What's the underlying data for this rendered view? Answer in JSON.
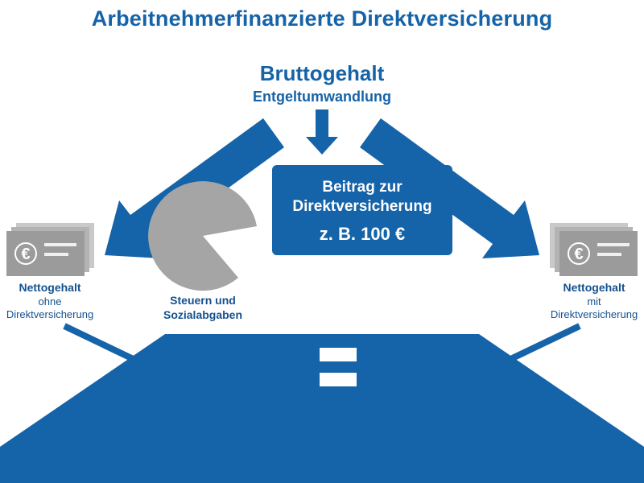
{
  "title": "Arbeitnehmerfinanzierte Direktversicherung",
  "colors": {
    "blue": "#1563a8",
    "grey_front": "#9b9b9b",
    "grey_mid": "#b3b3b3",
    "grey_back": "#c9c9c9",
    "pie_grey": "#a5a5a5"
  },
  "flow": {
    "gross_salary": "Bruttogehalt",
    "conversion": "Entgeltumwandlung",
    "taxes_line1": "Steuern und",
    "taxes_line2": "Sozialabgaben",
    "contribution_line1": "Beitrag zur",
    "contribution_line2": "Direktversicherung",
    "contribution_value": "z. B. 100 €"
  },
  "left_result": {
    "currency": "€",
    "line1": "Nettogehalt",
    "line2": "ohne",
    "line3": "Direktversicherung"
  },
  "right_result": {
    "currency": "€",
    "line1": "Nettogehalt",
    "line2": "mit",
    "line3": "Direktversicherung"
  },
  "equals_label": "="
}
